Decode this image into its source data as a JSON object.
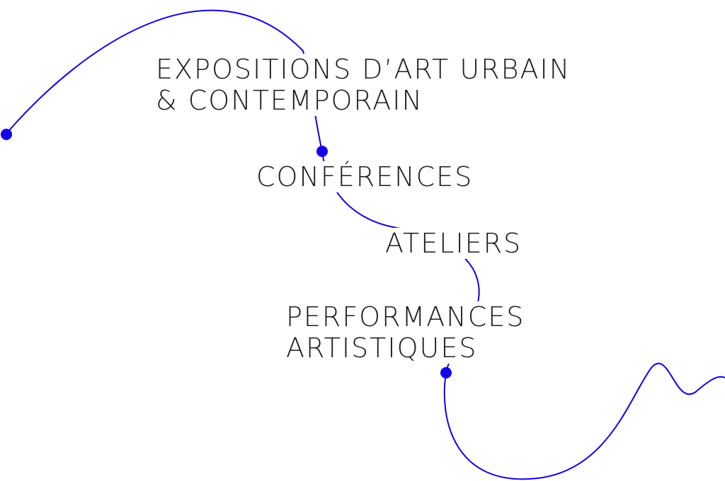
{
  "labels": {
    "expositions": {
      "line1": "EXPOSITIONS D’ART URBAIN",
      "line2": "& CONTEMPORAIN"
    },
    "conferences": "CONFÉRENCES",
    "ateliers": "ATELIERS",
    "performances": {
      "line1": "PERFORMANCES",
      "line2": "ARTISTIQUES"
    }
  },
  "colors": {
    "accent": "#1400e6",
    "text": "#1c1c1c",
    "background": "#ffffff"
  }
}
